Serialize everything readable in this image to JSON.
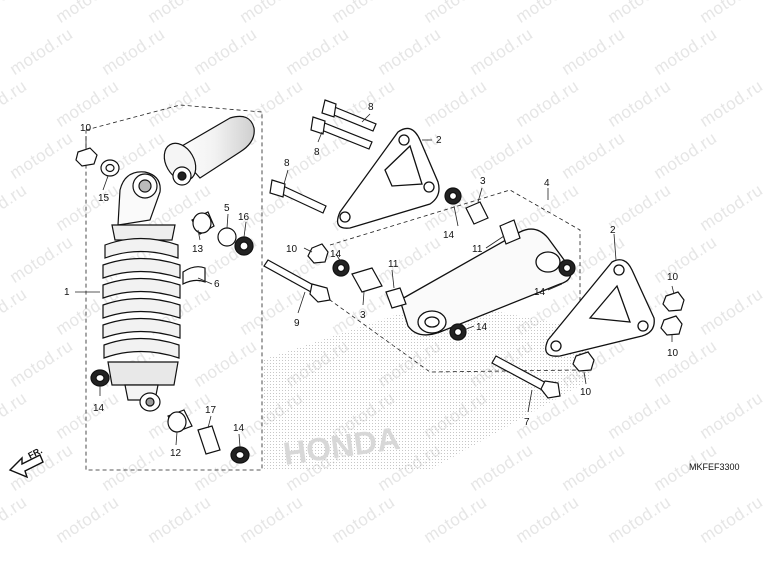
{
  "watermark": "motod.ru",
  "diagram_code": "MKFEF3300",
  "direction_label": "FR.",
  "callouts": {
    "c1": "1",
    "c2a": "2",
    "c2b": "2",
    "c3a": "3",
    "c3b": "3",
    "c4": "4",
    "c5": "5",
    "c6": "6",
    "c7": "7",
    "c8a": "8",
    "c8b": "8",
    "c8c": "8",
    "c9": "9",
    "c10a": "10",
    "c10b": "10",
    "c10c": "10",
    "c10d": "10",
    "c10e": "10",
    "c11a": "11",
    "c11b": "11",
    "c12": "12",
    "c13": "13",
    "c14a": "14",
    "c14b": "14",
    "c14c": "14",
    "c14d": "14",
    "c14e": "14",
    "c14f": "14",
    "c15": "15",
    "c16": "16",
    "c17": "17"
  }
}
